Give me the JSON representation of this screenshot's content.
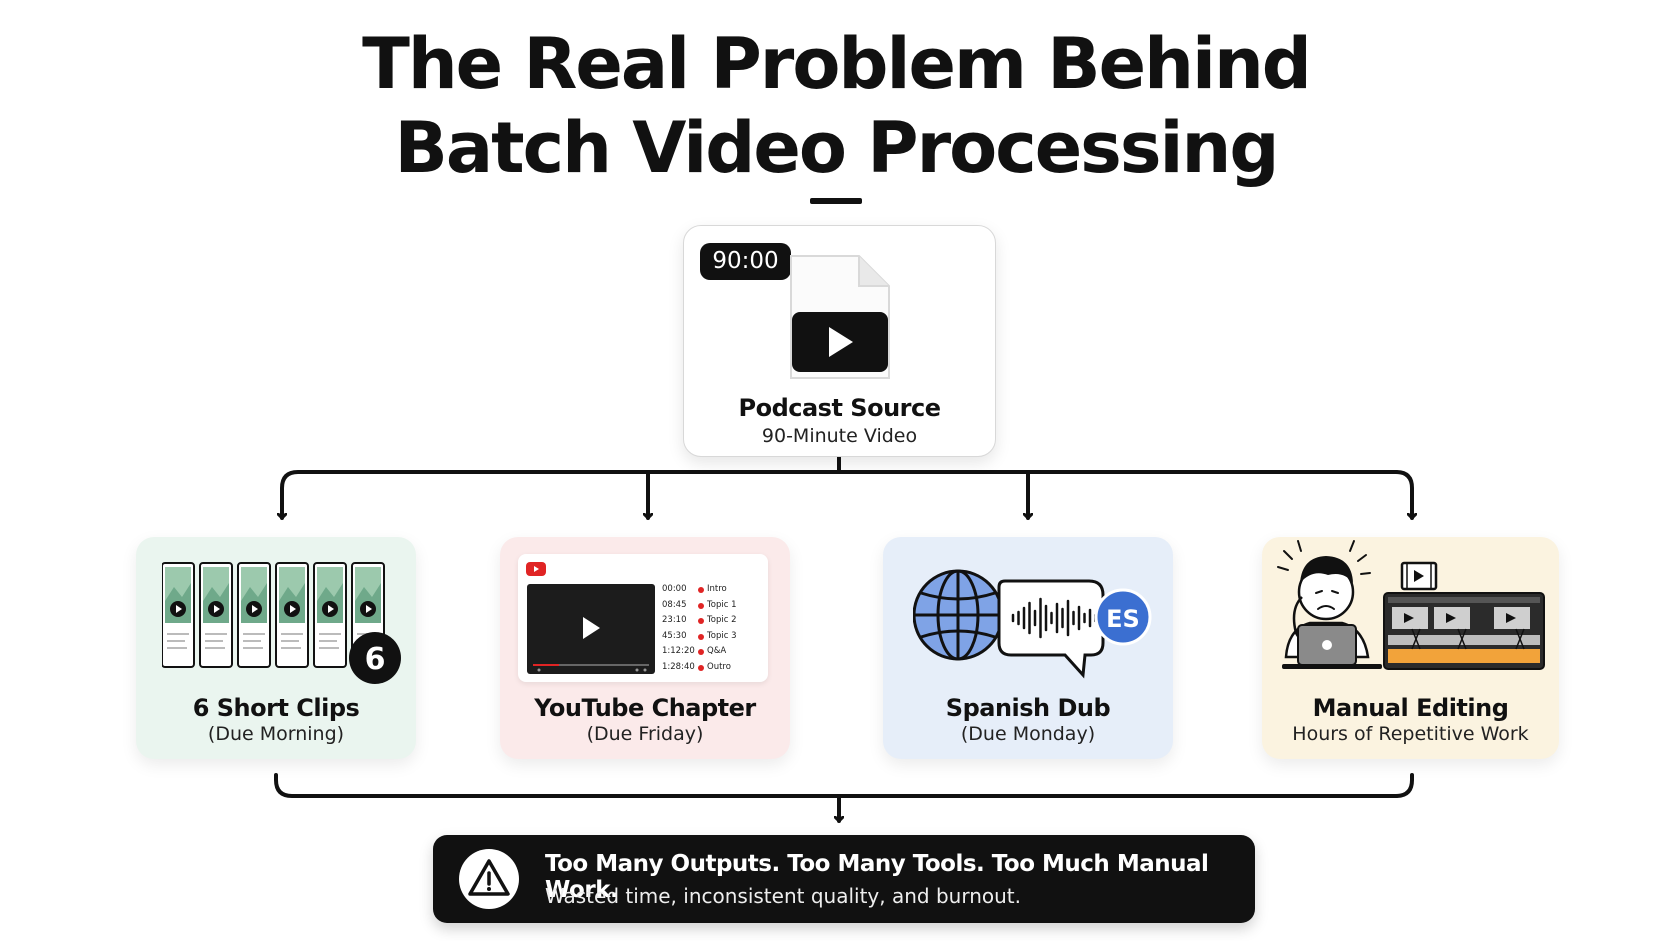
{
  "title": {
    "line1": "The Real Problem Behind",
    "line2": "Batch Video Processing"
  },
  "source": {
    "duration": "90:00",
    "title": "Podcast Source",
    "subtitle": "90-Minute Video",
    "icon": "video-file-icon"
  },
  "outputs": [
    {
      "title": "6 Short Clips",
      "subtitle": "(Due Morning)",
      "badge": "6",
      "icon": "short-clips-icon"
    },
    {
      "title": "YouTube Chapter",
      "subtitle": "(Due Friday)",
      "icon": "youtube-player-icon",
      "chapters": [
        {
          "time": "00:00",
          "topic": "Intro"
        },
        {
          "time": "08:45",
          "topic": "Topic 1"
        },
        {
          "time": "23:10",
          "topic": "Topic 2"
        },
        {
          "time": "45:30",
          "topic": "Topic 3"
        },
        {
          "time": "1:12:20",
          "topic": "Q&A"
        },
        {
          "time": "1:28:40",
          "topic": "Outro"
        }
      ]
    },
    {
      "title": "Spanish Dub",
      "subtitle": "(Due Monday)",
      "badge": "ES",
      "icon": "globe-audio-icon"
    },
    {
      "title": "Manual Editing",
      "subtitle": "Hours of Repetitive Work",
      "icon": "stressed-editor-icon"
    }
  ],
  "banner": {
    "headline": "Too Many Outputs. Too Many Tools. Too Much Manual Work.",
    "subtitle": "Wasted time, inconsistent quality, and burnout.",
    "icon": "warning-icon"
  },
  "colors": {
    "ink": "#111111",
    "clips_bg": "#eaf5ef",
    "chapter_bg": "#fbeaea",
    "dub_bg": "#e6eef9",
    "manual_bg": "#fbf3e0",
    "youtube_red": "#e02424",
    "dub_blue": "#3b6fd1"
  }
}
